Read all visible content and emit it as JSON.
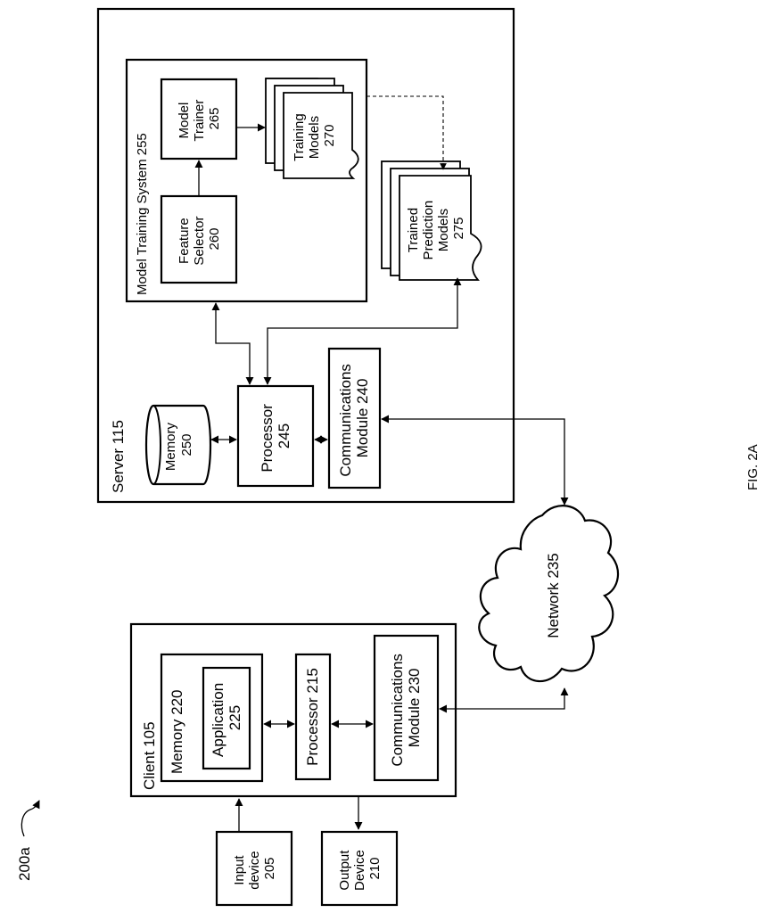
{
  "figure": {
    "ref": "200a",
    "caption": "FIG. 2A",
    "server": {
      "title": "Server 115",
      "memory": [
        "Memory",
        "250"
      ],
      "processor": [
        "Processor",
        "245"
      ],
      "comms": [
        "Communications",
        "Module 240"
      ],
      "model_training_system": "Model Training System 255",
      "feature_selector": [
        "Feature",
        "Selector",
        "260"
      ],
      "model_trainer": [
        "Model",
        "Trainer",
        "265"
      ],
      "training_models": [
        "Training",
        "Models",
        "270"
      ],
      "trained_models": [
        "Trained",
        "Prediction",
        "Models",
        "275"
      ]
    },
    "network": "Network 235",
    "client": {
      "title": "Client 105",
      "memory": "Memory 220",
      "application": [
        "Application",
        "225"
      ],
      "processor": "Processor 215",
      "comms": [
        "Communications",
        "Module 230"
      ]
    },
    "input_device": [
      "Input",
      "device",
      "205"
    ],
    "output_device": [
      "Output",
      "Device",
      "210"
    ]
  }
}
